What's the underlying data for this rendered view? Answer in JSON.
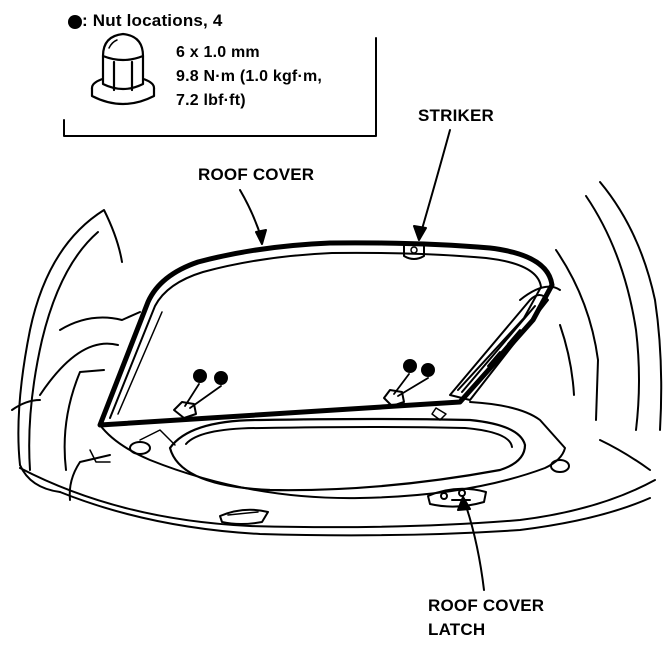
{
  "legend": {
    "symbol_label": ": Nut locations, 4",
    "spec_size": "6 x 1.0 mm",
    "spec_torque_line1": "9.8 N·m (1.0 kgf·m,",
    "spec_torque_line2": "7.2 lbf·ft)"
  },
  "callouts": {
    "roof_cover": "ROOF COVER",
    "striker": "STRIKER",
    "latch_line1": "ROOF COVER",
    "latch_line2": "LATCH"
  },
  "colors": {
    "ink": "#000000",
    "paper": "#ffffff"
  },
  "icons": {
    "bullet": "filled-dot-icon",
    "nut": "flange-nut-icon"
  }
}
